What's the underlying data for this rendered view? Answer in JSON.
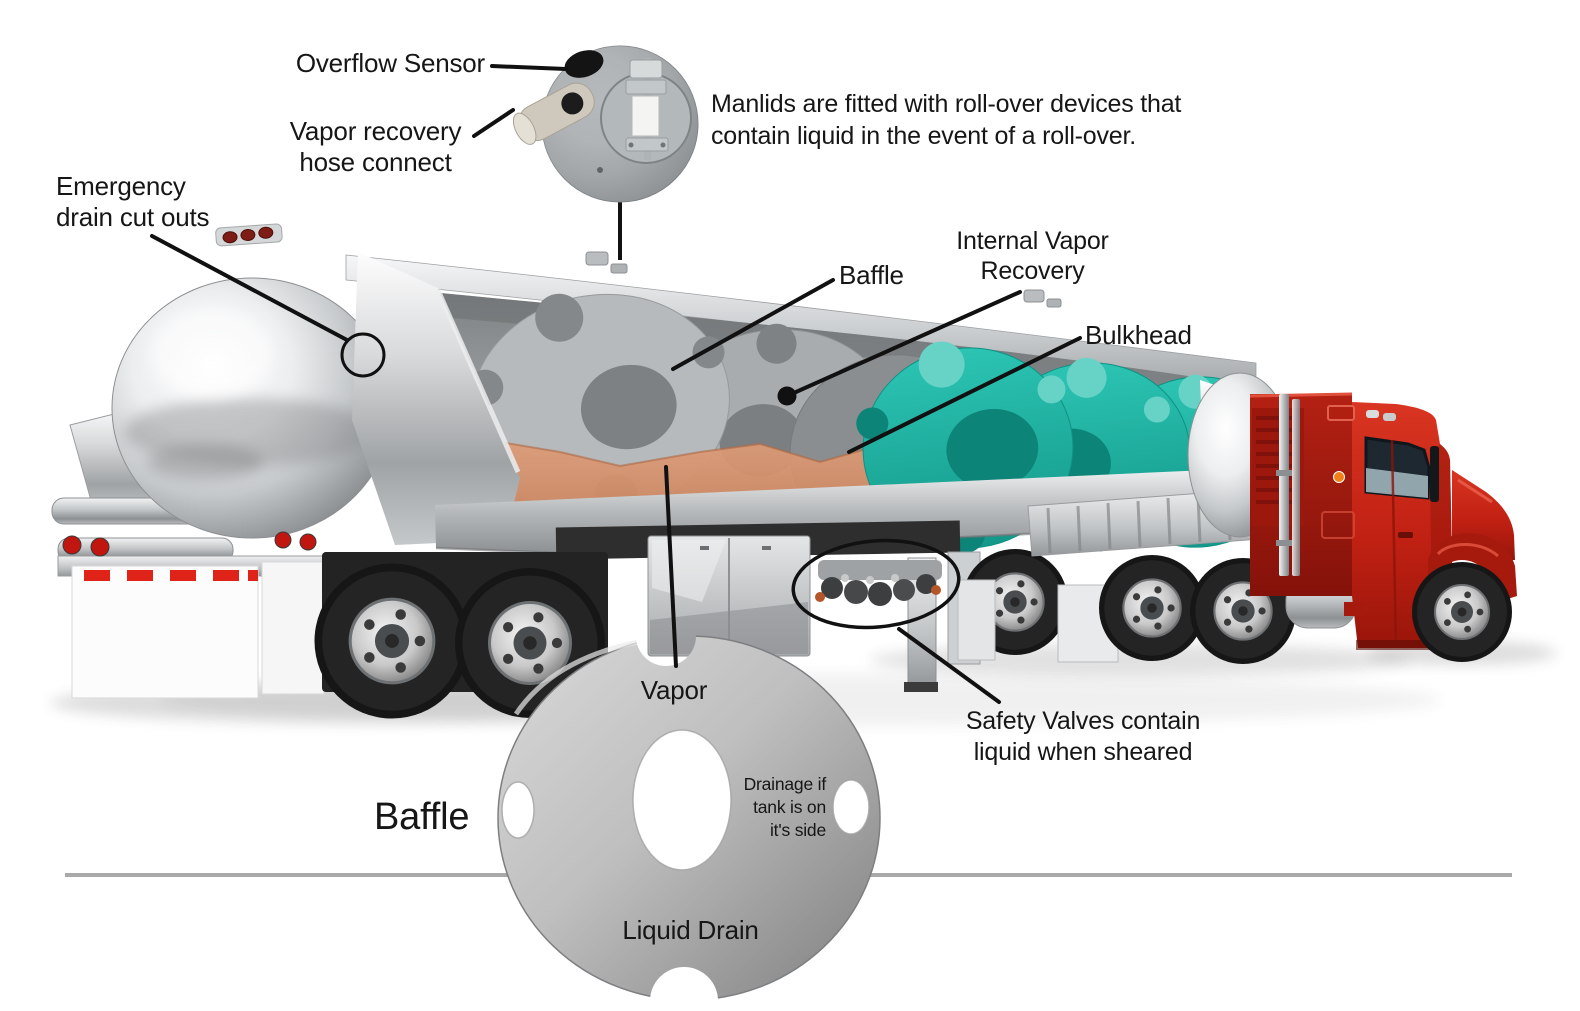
{
  "diagram": {
    "subject": "tanker-truck-safety-features",
    "labels": {
      "overflow_sensor": "Overflow Sensor",
      "vapor_recovery_line1": "Vapor recovery",
      "vapor_recovery_line2": "hose connect",
      "emergency_line1": "Emergency",
      "emergency_line2": "drain cut outs",
      "manlid_note_line1": "Manlids are fitted with roll-over devices that",
      "manlid_note_line2": "contain liquid in the event of a roll-over.",
      "baffle_top": "Baffle",
      "internal_vapor_line1": "Internal Vapor",
      "internal_vapor_line2": "Recovery",
      "bulkhead": "Bulkhead",
      "vapor": "Vapor",
      "safety_valves_line1": "Safety Valves contain",
      "safety_valves_line2": "liquid when sheared",
      "baffle_detail": "Baffle",
      "drainage_line1": "Drainage if",
      "drainage_line2": "tank is on",
      "drainage_line3": "it's side",
      "liquid_drain": "Liquid Drain"
    },
    "colors": {
      "label_text": "#161616",
      "pointer_line": "#111111",
      "liquid_orange": "#d08a66",
      "baffle_gray": "#b6b9bb",
      "vapor_recovery_teal": "#1db5a6",
      "cab_red": "#c1271b",
      "chrome": "#d9dbdc",
      "ground_line": "#a9a9a9",
      "disc_gray": "#b5b5b5"
    }
  }
}
